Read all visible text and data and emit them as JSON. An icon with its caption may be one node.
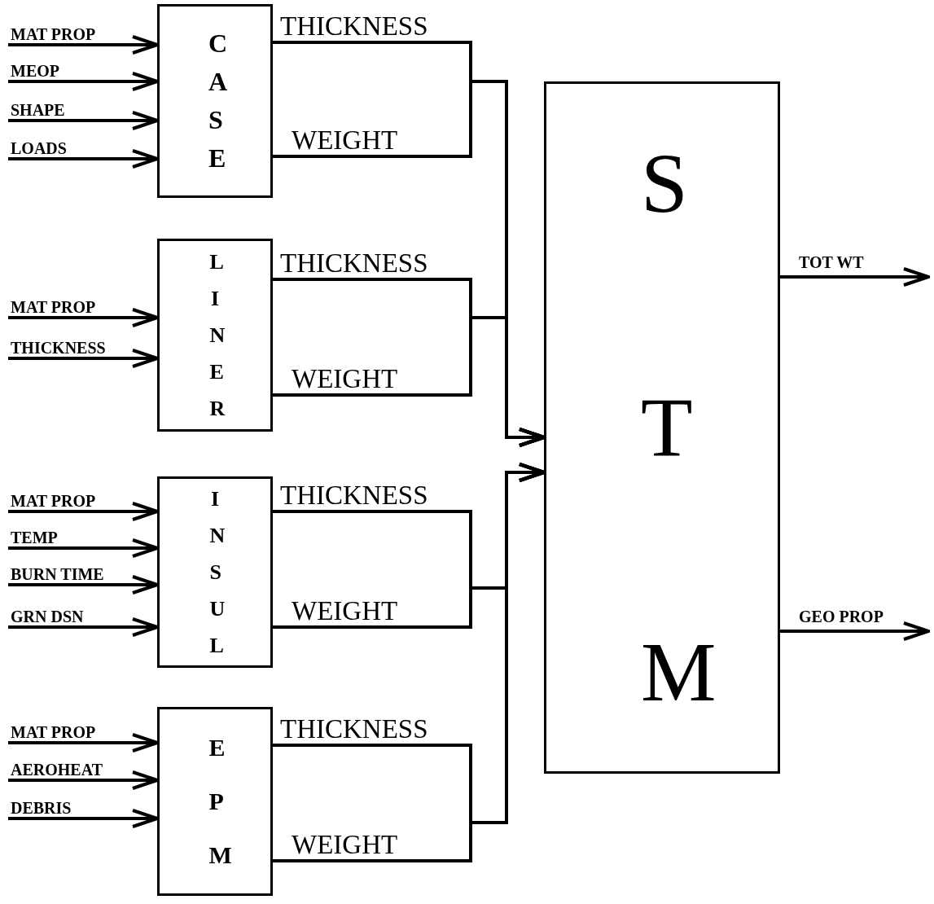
{
  "diagram": {
    "nodes": [
      {
        "text": [
          "CASE"
        ]
      },
      {
        "text": [
          "LINER"
        ]
      },
      {
        "text": [
          "INSUL"
        ]
      },
      {
        "text": [
          "EPM"
        ]
      },
      {
        "text": [
          "STM"
        ]
      }
    ],
    "edges": [
      {
        "from": null,
        "to": 0,
        "arrow": "to",
        "label": "MAT PROP"
      },
      {
        "from": null,
        "to": 0,
        "arrow": "to",
        "label": "MEOP"
      },
      {
        "from": null,
        "to": 0,
        "arrow": "to",
        "label": "SHAPE"
      },
      {
        "from": null,
        "to": 0,
        "arrow": "to",
        "label": "LOADS"
      },
      {
        "from": 0,
        "to": 4,
        "arrow": "to",
        "label": "THICKNESS"
      },
      {
        "from": 0,
        "to": 4,
        "arrow": "to",
        "label": "WEIGHT"
      },
      {
        "from": null,
        "to": 1,
        "arrow": "to",
        "label": "MAT PROP"
      },
      {
        "from": null,
        "to": 1,
        "arrow": "to",
        "label": "THICKNESS"
      },
      {
        "from": 1,
        "to": 4,
        "arrow": "to",
        "label": "THICKNESS"
      },
      {
        "from": 1,
        "to": 4,
        "arrow": "to",
        "label": "WEIGHT"
      },
      {
        "from": null,
        "to": 2,
        "arrow": "to",
        "label": "MAT PROP"
      },
      {
        "from": null,
        "to": 2,
        "arrow": "to",
        "label": "TEMP"
      },
      {
        "from": null,
        "to": 2,
        "arrow": "to",
        "label": "BURN TIME"
      },
      {
        "from": null,
        "to": 2,
        "arrow": "to",
        "label": "GRN DSN"
      },
      {
        "from": 2,
        "to": 4,
        "arrow": "to",
        "label": "THICKNESS"
      },
      {
        "from": 2,
        "to": 4,
        "arrow": "to",
        "label": "WEIGHT"
      },
      {
        "from": null,
        "to": 3,
        "arrow": "to",
        "label": "MAT PROP"
      },
      {
        "from": null,
        "to": 3,
        "arrow": "to",
        "label": "AEROHEAT"
      },
      {
        "from": null,
        "to": 3,
        "arrow": "to",
        "label": "DEBRIS"
      },
      {
        "from": 3,
        "to": 4,
        "arrow": "to",
        "label": "THICKNESS"
      },
      {
        "from": 3,
        "to": 4,
        "arrow": "to",
        "label": "WEIGHT"
      },
      {
        "from": 4,
        "to": null,
        "arrow": "to",
        "label": "TOT WT"
      },
      {
        "from": 4,
        "to": null,
        "arrow": "to",
        "label": "GEO PROP"
      }
    ]
  }
}
